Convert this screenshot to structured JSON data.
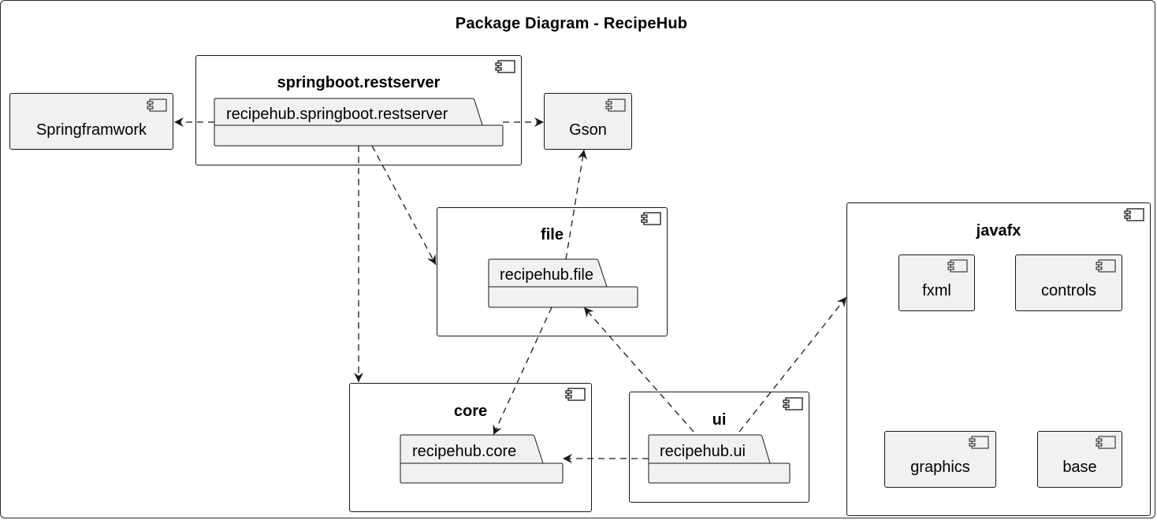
{
  "diagram": {
    "title": "Package Diagram - RecipeHub",
    "nodes": {
      "restserver": {
        "label": "springboot.restserver",
        "package": "recipehub.springboot.restserver"
      },
      "springframework": {
        "label": "Springframwork"
      },
      "gson": {
        "label": "Gson"
      },
      "file": {
        "label": "file",
        "package": "recipehub.file"
      },
      "core": {
        "label": "core",
        "package": "recipehub.core"
      },
      "ui": {
        "label": "ui",
        "package": "recipehub.ui"
      },
      "javafx": {
        "label": "javafx",
        "children": {
          "fxml": "fxml",
          "controls": "controls",
          "graphics": "graphics",
          "base": "base"
        }
      }
    },
    "edges": [
      {
        "from": "recipehub.springboot.restserver",
        "to": "Springframwork",
        "style": "dashed"
      },
      {
        "from": "recipehub.springboot.restserver",
        "to": "Gson",
        "style": "dashed"
      },
      {
        "from": "recipehub.springboot.restserver",
        "to": "file",
        "style": "dashed"
      },
      {
        "from": "recipehub.springboot.restserver",
        "to": "core",
        "style": "dashed"
      },
      {
        "from": "recipehub.file",
        "to": "Gson",
        "style": "dashed"
      },
      {
        "from": "recipehub.file",
        "to": "recipehub.core",
        "style": "dashed"
      },
      {
        "from": "recipehub.ui",
        "to": "recipehub.file",
        "style": "dashed"
      },
      {
        "from": "recipehub.ui",
        "to": "recipehub.core",
        "style": "dashed"
      },
      {
        "from": "recipehub.ui",
        "to": "javafx",
        "style": "dashed"
      }
    ],
    "colors": {
      "line": "#181818",
      "fill": "#f1f1f1",
      "background": "#ffffff"
    }
  }
}
